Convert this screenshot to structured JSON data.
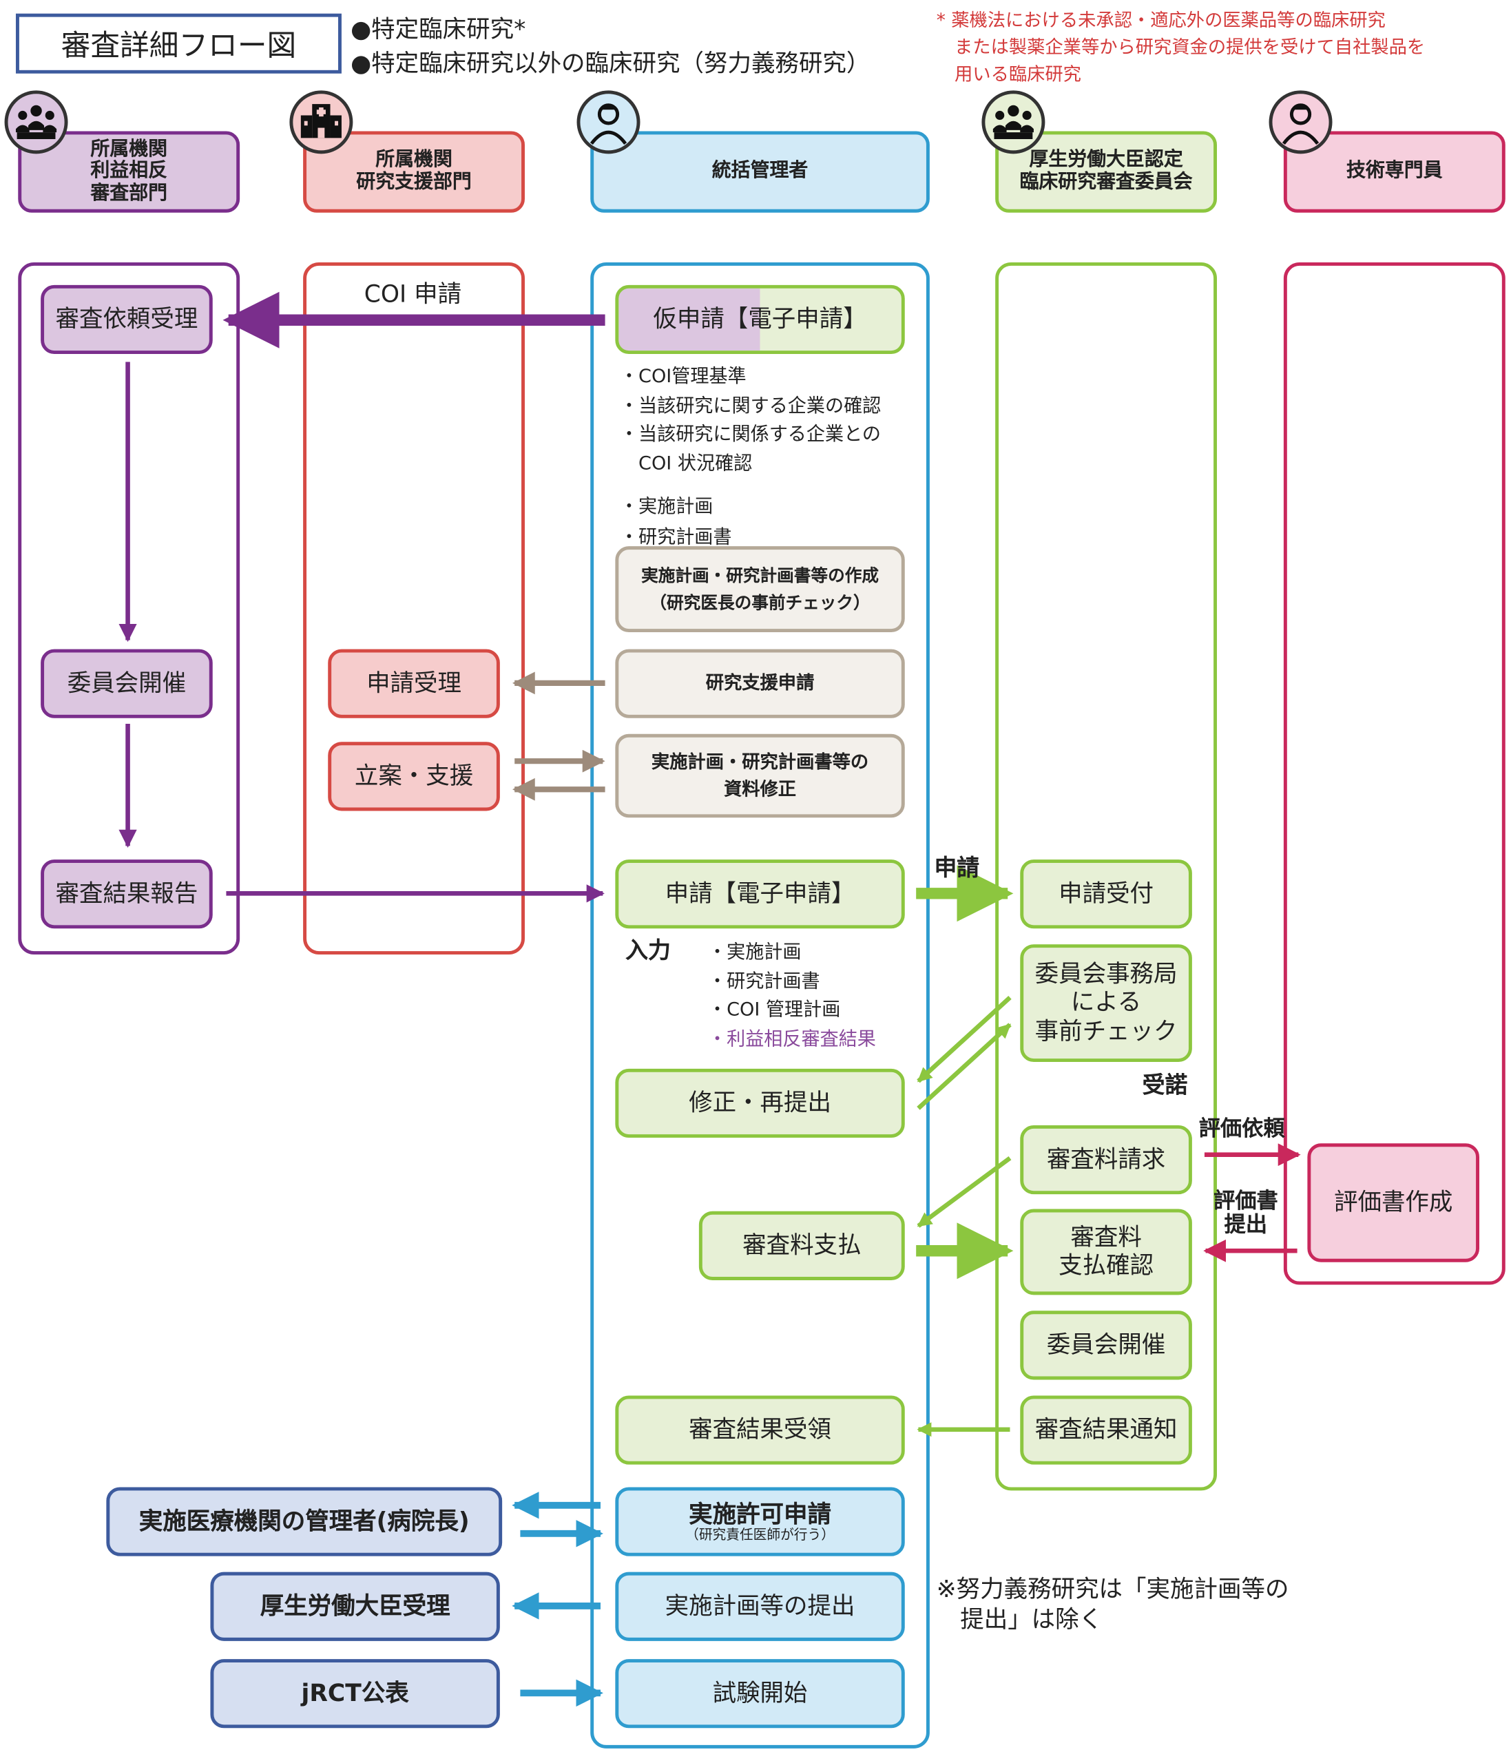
{
  "title": "審査詳細フロー図",
  "legend": {
    "line1": "●特定臨床研究*",
    "line2": "●特定臨床研究以外の臨床研究（努力義務研究）"
  },
  "footnote": "* 薬機法における未承認・適応外の医薬品等の臨床研究\n　または製薬企業等から研究資金の提供を受けて自社製品を\n　用いる臨床研究",
  "headers": {
    "coi_dept": "所属機関\n利益相反\n審査部門",
    "support_dept": "所属機関\n研究支援部門",
    "manager": "統括管理者",
    "committee": "厚生労働大臣認定\n臨床研究審査委員会",
    "expert": "技術専門員"
  },
  "icons": {
    "coi_dept": "group-meeting-icon",
    "support_dept": "hospital-building-icon",
    "manager": "person-icon",
    "committee": "group-meeting-icon",
    "expert": "person-icon"
  },
  "coi_lane": {
    "review_request": "審査依頼受理",
    "committee_meeting": "委員会開催",
    "result_report": "審査結果報告"
  },
  "support_lane": {
    "coi_application": "COI 申請",
    "application_received": "申請受理",
    "planning_support": "立案・支援"
  },
  "manager_lane": {
    "provisional_a": "仮申請",
    "provisional_b": "【電子申請】",
    "coi_notes": "・COI管理基準\n・当該研究に関する企業の確認\n・当該研究に関係する企業との\n　COI 状況確認",
    "plan_notes": "・実施計画\n・研究計画書",
    "plan_creation": "実施計画・研究計画書等の作成\n（研究医長の事前チェック）",
    "support_request": "研究支援申請",
    "document_revision": "実施計画・研究計画書等の\n資料修正",
    "e_application": "申請【電子申請】",
    "input_label": "入力",
    "input_items": [
      "・実施計画",
      "・研究計画書",
      "・COI 管理計画"
    ],
    "input_item_coi_result": "・利益相反審査結果",
    "correction": "修正・再提出",
    "fee_payment": "審査料支払",
    "result_received": "審査結果受領",
    "permit_application": "実施許可申請",
    "permit_note": "（研究責任医師が行う）",
    "plan_submission": "実施計画等の提出",
    "trial_start": "試験開始"
  },
  "external": {
    "hospital_director": "実施医療機関の管理者(病院長)",
    "minister_receipt": "厚生労働大臣受理",
    "jrct": "jRCT公表"
  },
  "committee_lane": {
    "application_label": "申請",
    "reception": "申請受付",
    "precheck": "委員会事務局\nによる\n事前チェック",
    "acceptance_label": "受諾",
    "fee_request": "審査料請求",
    "payment_confirm": "審査料\n支払確認",
    "meeting": "委員会開催",
    "result_notice": "審査結果通知"
  },
  "expert_lane": {
    "evaluation_request": "評価依頼",
    "evaluation_submit": "評価書\n提出",
    "evaluation_creation": "評価書作成"
  },
  "note_effort": "※努力義務研究は「実施計画等の\n　提出」は除く",
  "colors": {
    "purple": "#7a2e8c",
    "red": "#d64a44",
    "green": "#8cc63f",
    "blue": "#2f9ccf",
    "navy": "#3d5b9e",
    "pink": "#c9285c",
    "brown": "#9d8b7b",
    "note_red": "#d33a3a",
    "note_purple": "#8a4a9c"
  }
}
